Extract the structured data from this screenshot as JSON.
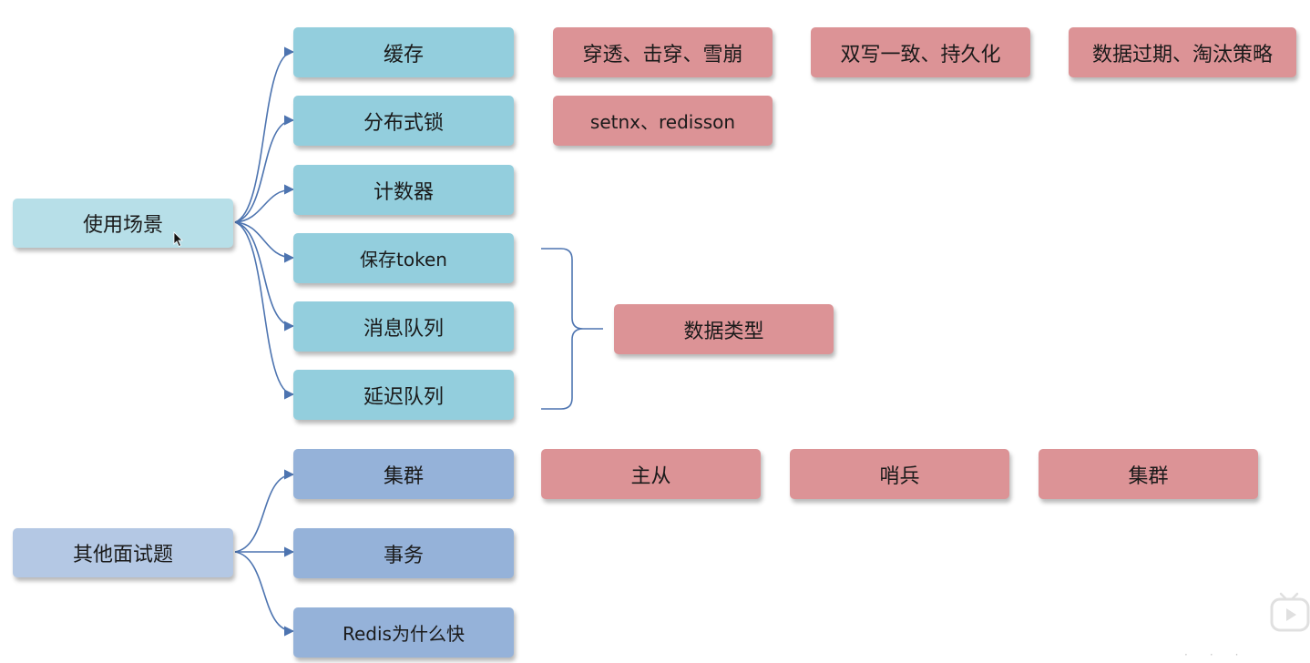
{
  "diagram": {
    "group1": {
      "root": "使用场景",
      "branches": [
        "缓存",
        "分布式锁",
        "计数器",
        "保存token",
        "消息队列",
        "延迟队列"
      ],
      "cache_topics": [
        "穿透、击穿、雪崩",
        "双写一致、持久化",
        "数据过期、淘汰策略"
      ],
      "lock_topic": "setnx、redisson",
      "brace_target": "数据类型"
    },
    "group2": {
      "root": "其他面试题",
      "branches": [
        "集群",
        "事务",
        "Redis为什么快"
      ],
      "cluster_topics": [
        "主从",
        "哨兵",
        "集群"
      ]
    }
  },
  "colors": {
    "root1": "#b7dfe8",
    "root2": "#b4c8e4",
    "teal_branch": "#93cedd",
    "blue_branch": "#95b2d9",
    "pink_topic": "#dc9396",
    "connector": "#4d74b0"
  },
  "icons": [
    "mouse-cursor-icon",
    "play-watermark-icon"
  ]
}
